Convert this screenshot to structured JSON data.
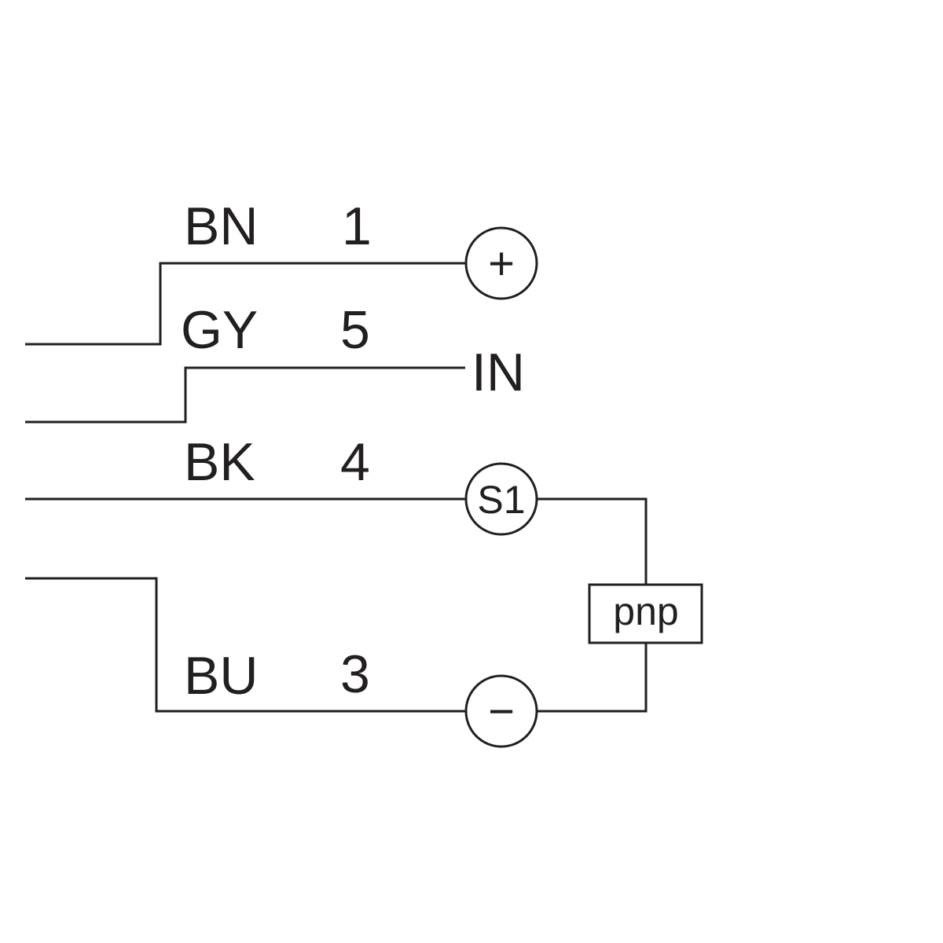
{
  "wires": [
    {
      "color_code": "BN",
      "pin": "1",
      "terminal": "+"
    },
    {
      "color_code": "GY",
      "pin": "5",
      "terminal": "IN"
    },
    {
      "color_code": "BK",
      "pin": "4",
      "terminal": "S1"
    },
    {
      "color_code": "BU",
      "pin": "3",
      "terminal": "−"
    }
  ],
  "output_type": "pnp",
  "colors": {
    "line": "#231f20",
    "background": "#ffffff"
  }
}
